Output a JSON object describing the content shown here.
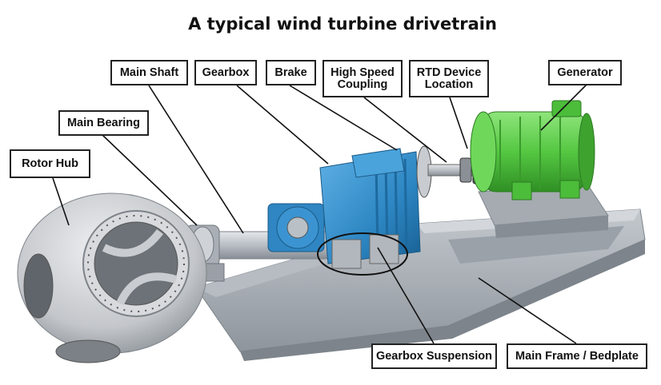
{
  "title": "A typical wind turbine drivetrain",
  "callouts": {
    "main_shaft": "Main Shaft",
    "gearbox": "Gearbox",
    "brake": "Brake",
    "high_speed_coupling": "High Speed\nCoupling",
    "rtd_device_location": "RTD Device\nLocation",
    "generator": "Generator",
    "main_bearing": "Main Bearing",
    "rotor_hub": "Rotor Hub",
    "gearbox_suspension": "Gearbox Suspension",
    "main_frame": "Main Frame / Bedplate"
  },
  "colors": {
    "gearbox": "#2f86c3",
    "generator": "#5fcf4a",
    "frame": "#a7adb4",
    "hub": "#c9cbce",
    "shaft": "#bfc4c9"
  }
}
